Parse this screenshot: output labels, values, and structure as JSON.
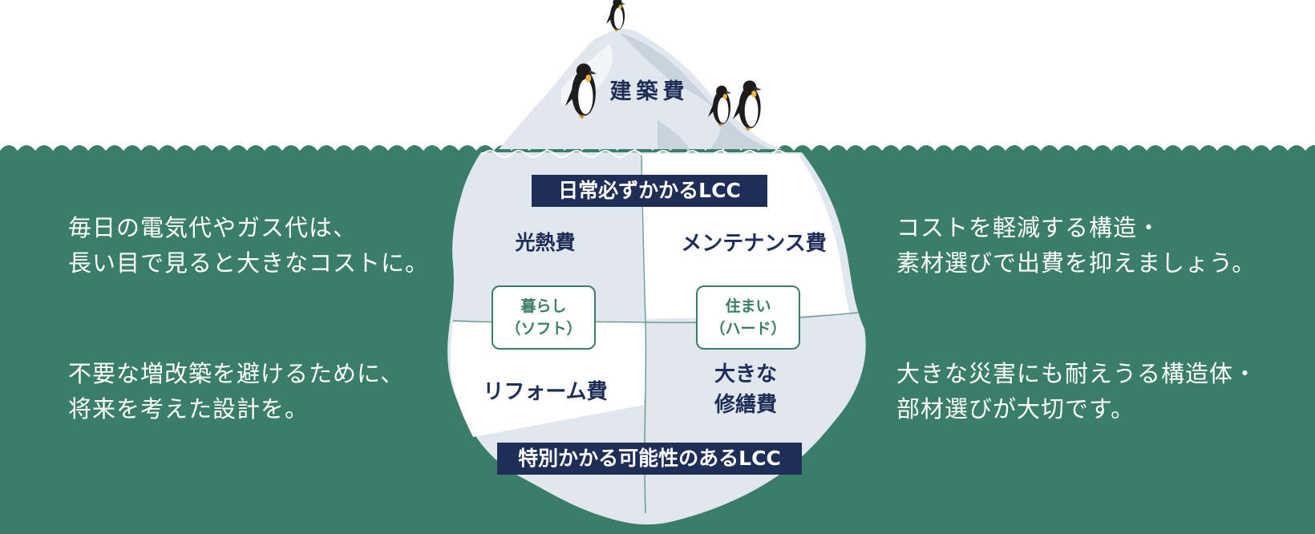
{
  "colors": {
    "sea": "#3a7d68",
    "ice_light": "#e1e7ee",
    "ice_white": "#ffffff",
    "ice_shadow": "#c8d4dd",
    "navy": "#1f2e57",
    "label_green": "#3a7d68"
  },
  "tip_label": "建築費",
  "banners": {
    "daily": "日常必ずかかるLCC",
    "special": "特別かかる可能性のあるLCC"
  },
  "costs": {
    "utility": "光熱費",
    "maintenance": "メンテナンス費",
    "reform": "リフォーム費",
    "major_repair": [
      "大きな",
      "修繕費"
    ]
  },
  "boxes": {
    "soft": [
      "暮らし",
      "（ソフト）"
    ],
    "hard": [
      "住まい",
      "（ハード）"
    ]
  },
  "left_texts": [
    [
      "毎日の電気代やガス代は、",
      "長い目で見ると大きなコストに。"
    ],
    [
      "不要な増改築を避けるために、",
      "将来を考えた設計を。"
    ]
  ],
  "right_texts": [
    [
      "コストを軽減する構造・",
      "素材選びで出費を抑えましょう。"
    ],
    [
      "大きな災害にも耐えうる構造体・",
      "部材選びが大切です。"
    ]
  ],
  "icons": [
    "penguin-icon",
    "penguin-icon",
    "penguin-icon",
    "penguin-icon"
  ]
}
